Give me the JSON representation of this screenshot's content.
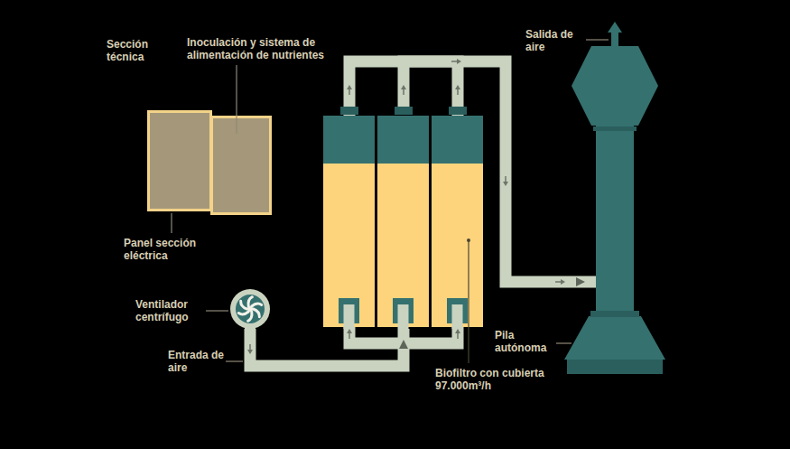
{
  "diagram": {
    "nodes": [
      {
        "text": [
          "Panel sección eléctrica"
        ]
      },
      {
        "text": [
          "Inoculación y sistema de alimentación de nutrientes"
        ]
      },
      {
        "text": [
          "Ventilador centrífugo"
        ]
      },
      {
        "text": [
          "Biofiltro con cubierta 97.000m³/h"
        ]
      },
      {
        "text": [
          "Pila autónoma"
        ]
      }
    ],
    "edges": [
      {
        "from": 2,
        "to": 3,
        "arrow": "to"
      },
      {
        "from": 3,
        "to": 4,
        "arrow": "to"
      }
    ],
    "labels": [
      "Sección técnica",
      "Entrada de aire",
      "Salida de aire"
    ]
  }
}
